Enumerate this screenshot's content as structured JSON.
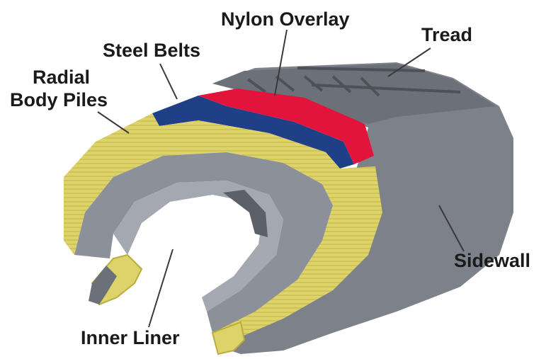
{
  "labels": {
    "nylon_overlay": "Nylon Overlay",
    "tread": "Tread",
    "steel_belts": "Steel Belts",
    "radial_line1": "Radial",
    "radial_line2": "Body Piles",
    "sidewall": "Sidewall",
    "inner_liner": "Inner Liner"
  },
  "colors": {
    "rubber": "#7d8189",
    "rubber_dark": "#5c6068",
    "rubber_light": "#9a9ea6",
    "ply_yellow": "#ddd36a",
    "ply_yellow_dark": "#b9ad3e",
    "steel_belt_blue": "#1f3f86",
    "nylon_red": "#e2143c"
  }
}
